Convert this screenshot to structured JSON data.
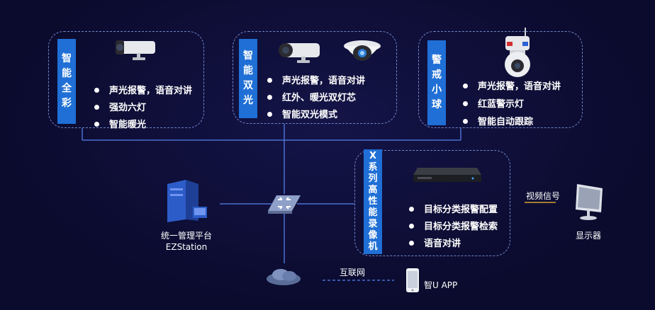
{
  "colors": {
    "background": "#0b0b2e",
    "accent": "#1f6fd6",
    "line": "#4a6fd0",
    "card_border": "#6f86c8",
    "signal_line": "#d6a02e"
  },
  "cards": [
    {
      "title_chars": [
        "智",
        "能",
        "全",
        "彩"
      ],
      "features": [
        "声光报警，语音对讲",
        "强劲六灯",
        "智能暖光"
      ],
      "icons": [
        "bullet-camera-icon"
      ]
    },
    {
      "title_chars": [
        "智",
        "能",
        "双",
        "光"
      ],
      "features": [
        "声光报警，语音对讲",
        "红外、暖光双灯芯",
        "智能双光模式"
      ],
      "icons": [
        "bullet-camera-icon",
        "dome-camera-icon"
      ]
    },
    {
      "title_chars": [
        "警",
        "戒",
        "小",
        "球"
      ],
      "features": [
        "声光报警，语音对讲",
        "红蓝警示灯",
        "智能自动跟踪"
      ],
      "icons": [
        "ptz-ball-camera-icon"
      ]
    },
    {
      "title_chars": [
        "X",
        "系",
        "列",
        "高",
        "性",
        "能",
        "录",
        "像",
        "机"
      ],
      "features": [
        "目标分类报警配置",
        "目标分类报警检索",
        "语音对讲"
      ],
      "icons": [
        "nvr-recorder-icon"
      ]
    }
  ],
  "platform": {
    "line1": "统一管理平台",
    "line2": "EZStation",
    "icon": "server-tower-icon"
  },
  "switch": {
    "icon": "network-switch-icon"
  },
  "cloud": {
    "icon": "internet-cloud-icon",
    "label": "互联网"
  },
  "app": {
    "icon": "smartphone-icon",
    "label": "智U APP"
  },
  "display": {
    "icon": "monitor-icon",
    "label": "显示器",
    "signal_label": "视频信号"
  }
}
